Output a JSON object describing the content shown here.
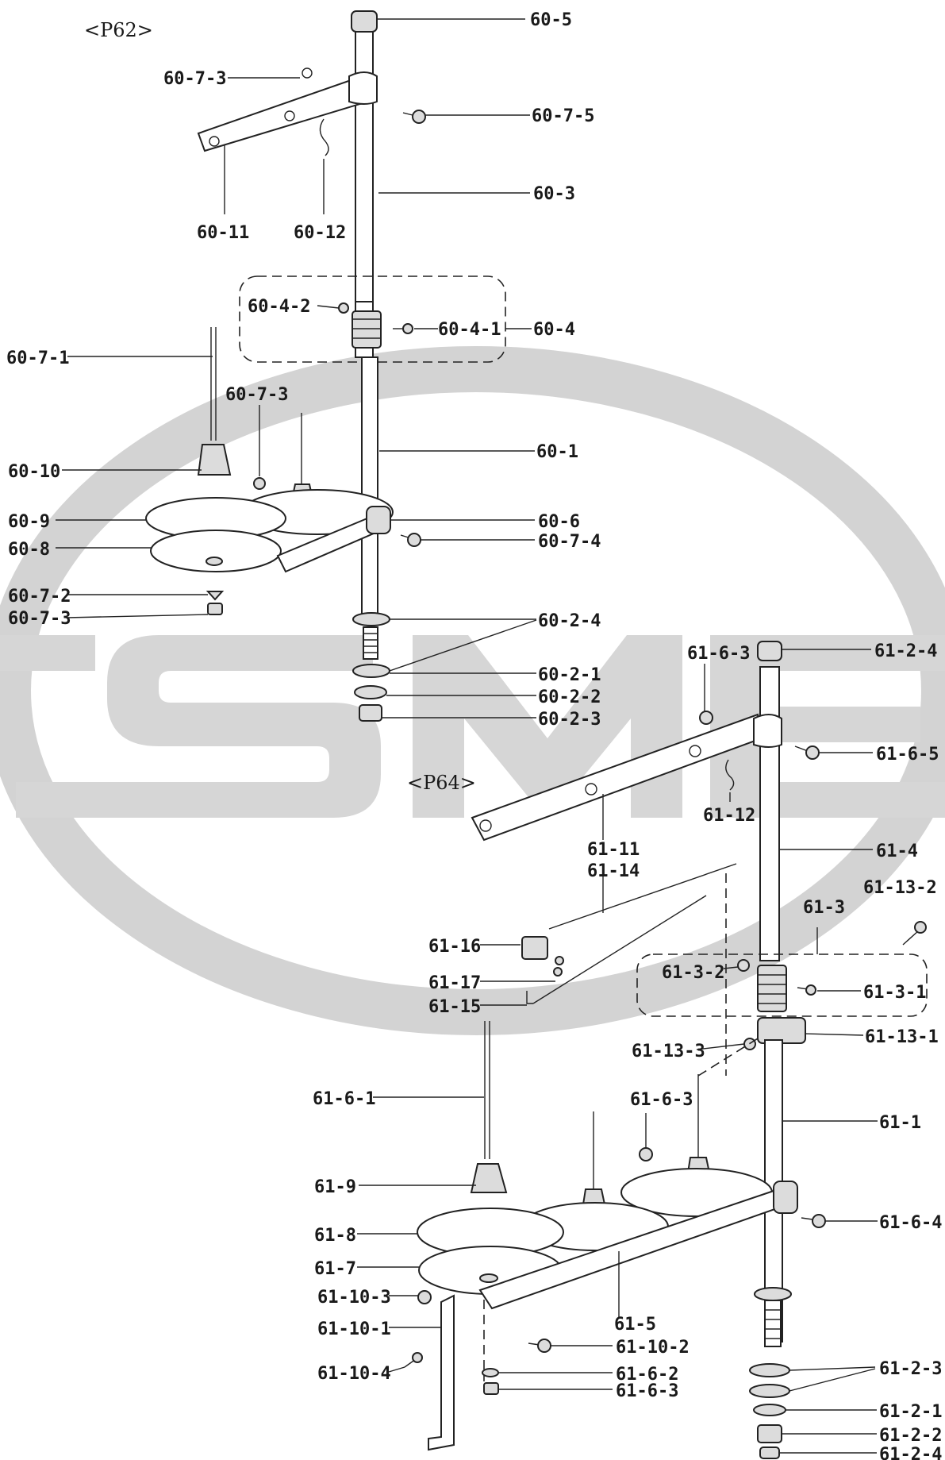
{
  "sections": {
    "p62": "<P62>",
    "p64": "<P64>"
  },
  "p62_labels": {
    "l60_5": "60-5",
    "l60_7_3a": "60-7-3",
    "l60_7_5": "60-7-5",
    "l60_3": "60-3",
    "l60_11": "60-11",
    "l60_12": "60-12",
    "l60_4_2": "60-4-2",
    "l60_4_1": "60-4-1",
    "l60_4": "60-4",
    "l60_7_1": "60-7-1",
    "l60_7_3b": "60-7-3",
    "l60_1": "60-1",
    "l60_10": "60-10",
    "l60_9": "60-9",
    "l60_6": "60-6",
    "l60_8": "60-8",
    "l60_7_4": "60-7-4",
    "l60_7_2": "60-7-2",
    "l60_7_3c": "60-7-3",
    "l60_2_4": "60-2-4",
    "l60_2_1": "60-2-1",
    "l60_2_2": "60-2-2",
    "l60_2_3": "60-2-3"
  },
  "p64_labels": {
    "l61_6_3a": "61-6-3",
    "l61_2_4a": "61-2-4",
    "l61_6_5": "61-6-5",
    "l61_12": "61-12",
    "l61_4": "61-4",
    "l61_11": "61-11",
    "l61_14": "61-14",
    "l61_3": "61-3",
    "l61_13_2": "61-13-2",
    "l61_16": "61-16",
    "l61_3_2": "61-3-2",
    "l61_3_1": "61-3-1",
    "l61_17": "61-17",
    "l61_15": "61-15",
    "l61_13_1": "61-13-1",
    "l61_13_3": "61-13-3",
    "l61_6_1": "61-6-1",
    "l61_6_3b": "61-6-3",
    "l61_1": "61-1",
    "l61_9": "61-9",
    "l61_6_4": "61-6-4",
    "l61_8": "61-8",
    "l61_7": "61-7",
    "l61_10_3": "61-10-3",
    "l61_5": "61-5",
    "l61_10_1": "61-10-1",
    "l61_10_2": "61-10-2",
    "l61_10_4": "61-10-4",
    "l61_6_2": "61-6-2",
    "l61_6_3c": "61-6-3",
    "l61_2_3": "61-2-3",
    "l61_2_1": "61-2-1",
    "l61_2_2": "61-2-2",
    "l61_2_4b": "61-2-4"
  },
  "watermark": {
    "text": "SME",
    "color": "#d3d3d3"
  }
}
